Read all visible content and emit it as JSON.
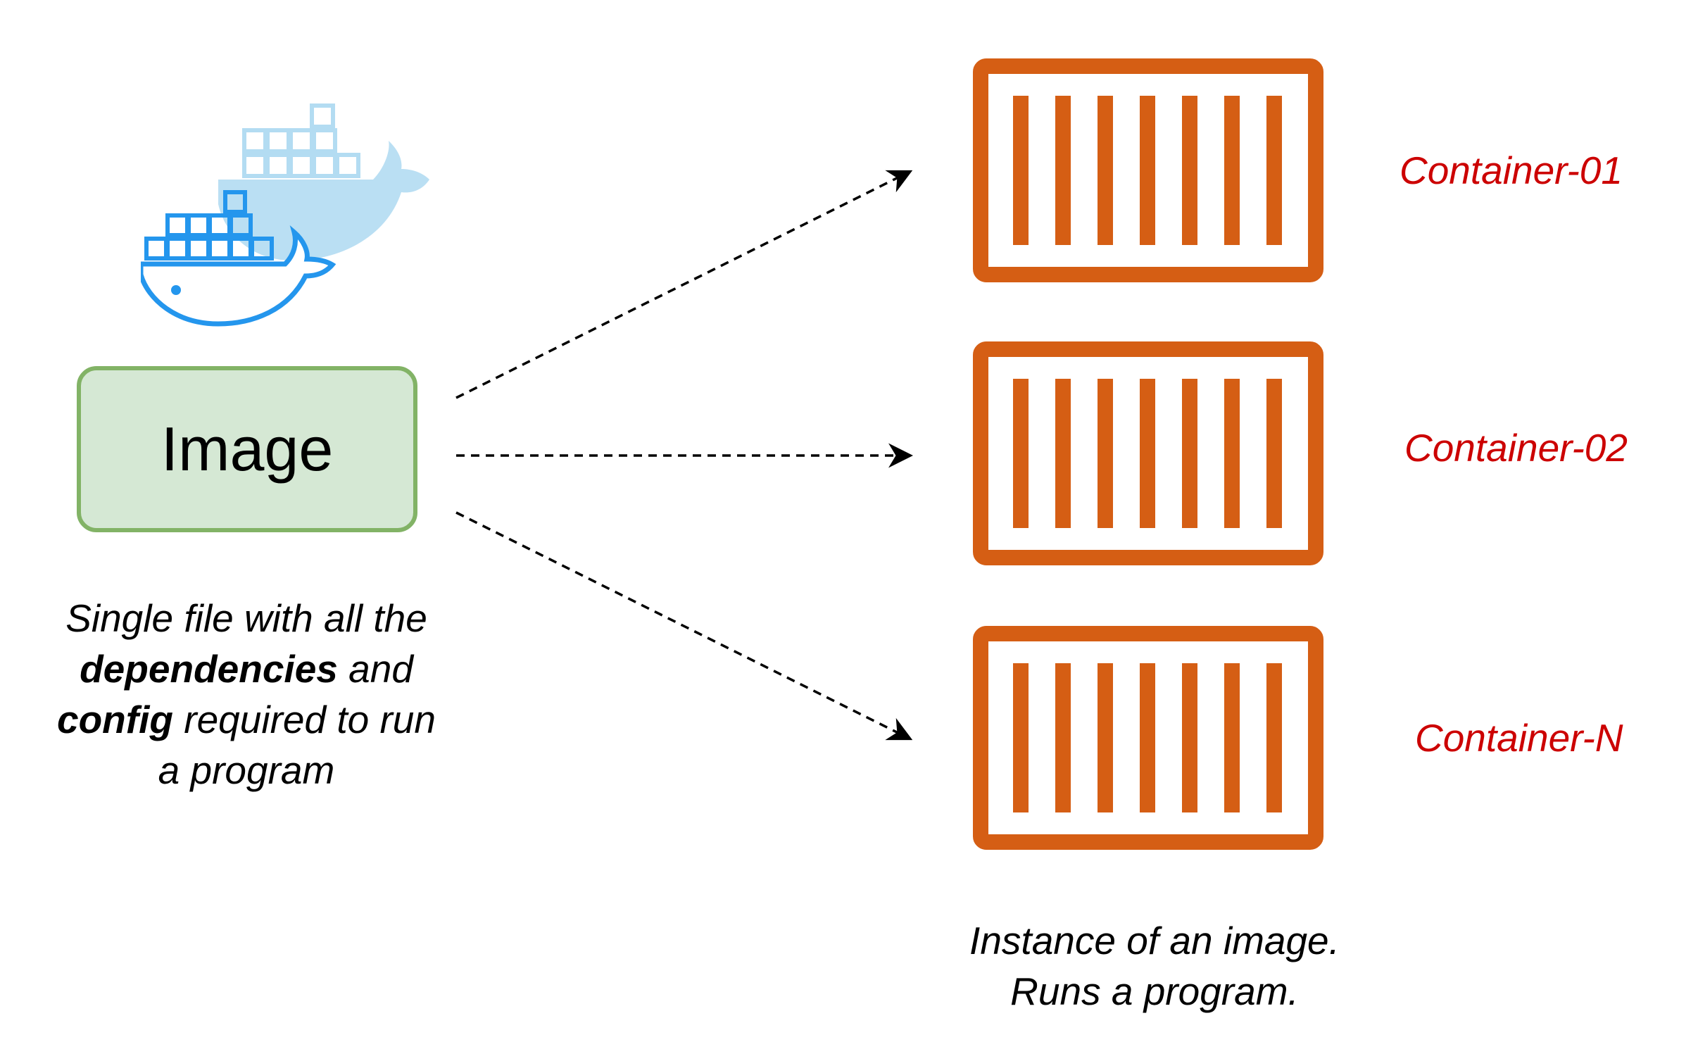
{
  "image_node": {
    "label": "Image",
    "description": {
      "line1": "Single file with all the",
      "line2_bold": "dependencies",
      "line2_rest": " and",
      "line3_bold": "config",
      "line3_rest": " required to run",
      "line4": "a program"
    },
    "icon": "docker-whale-icon"
  },
  "containers": [
    {
      "label": "Container-01",
      "icon": "container-icon"
    },
    {
      "label": "Container-02",
      "icon": "container-icon"
    },
    {
      "label": "Container-N",
      "icon": "container-icon"
    }
  ],
  "container_description": {
    "line1": "Instance of an image.",
    "line2": "Runs a program."
  },
  "colors": {
    "container_orange": "#d55e14",
    "label_red": "#cc0000",
    "box_fill": "#d5e8d4",
    "box_border": "#82b366",
    "docker_blue": "#2496ed",
    "docker_light_blue": "#b3dcf2"
  }
}
